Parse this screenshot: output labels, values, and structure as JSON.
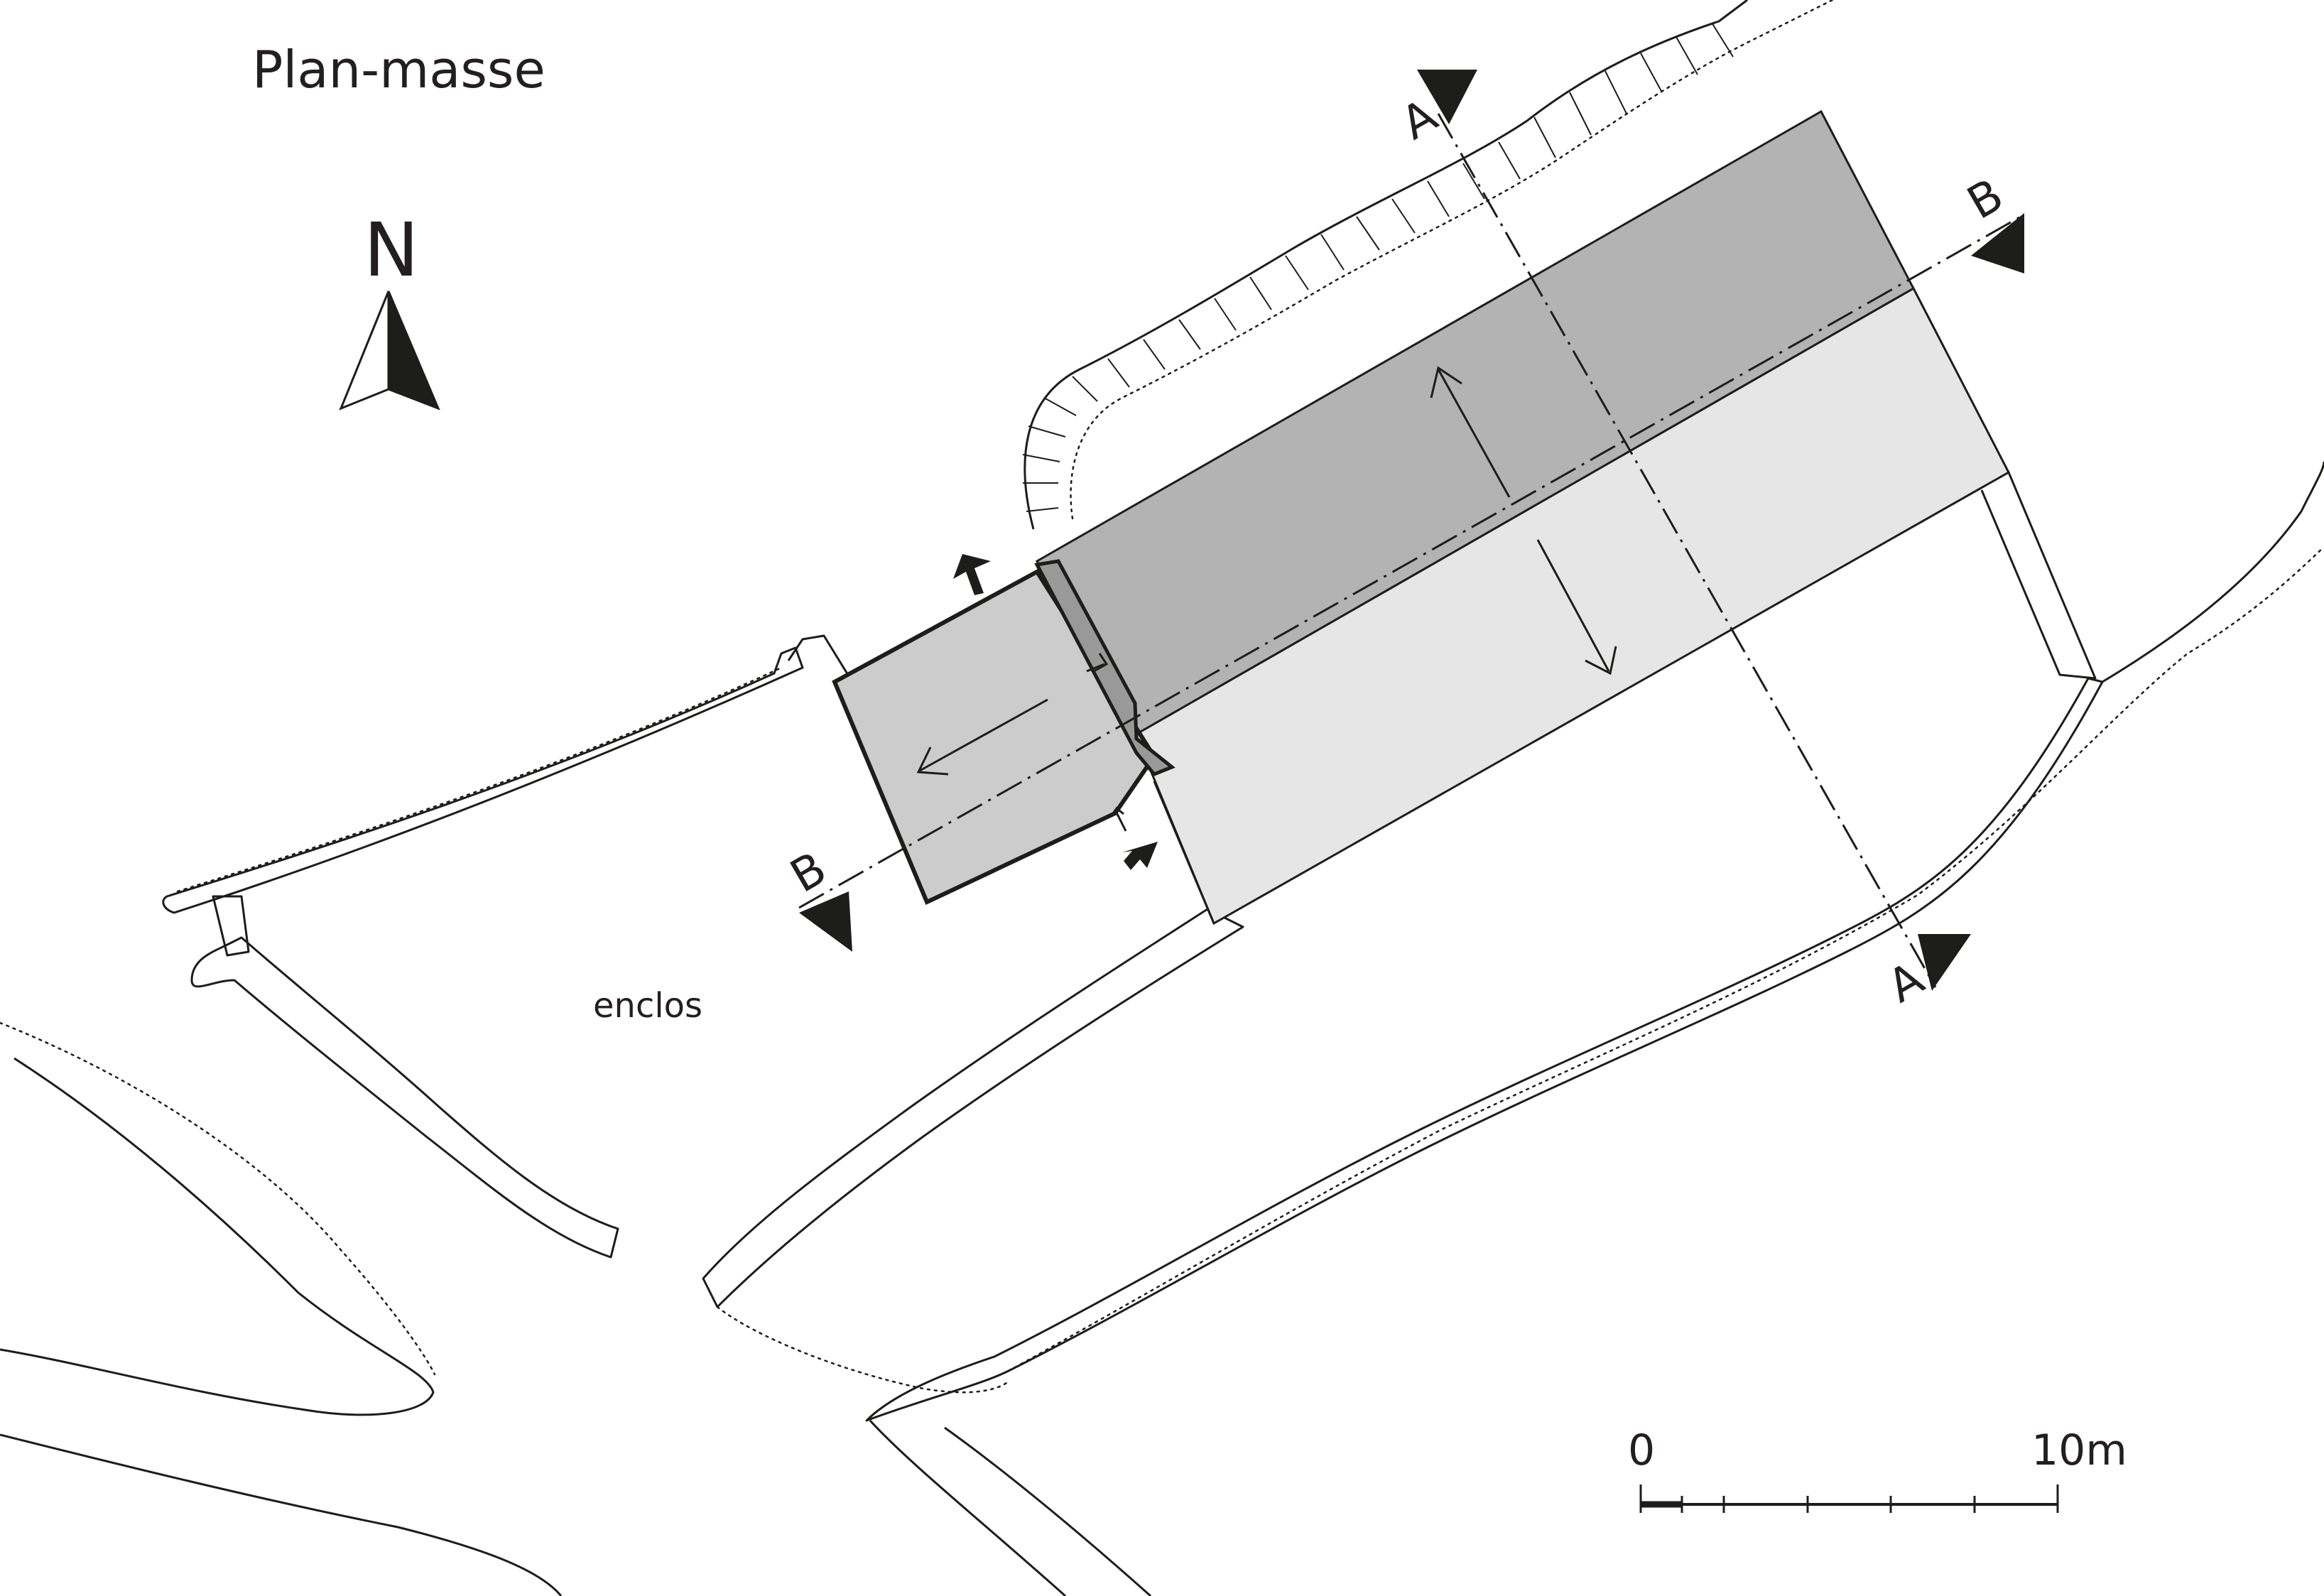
{
  "title": "Plan-masse",
  "north_label": "N",
  "enclosure_label": "enclos",
  "section_a_label": "A",
  "section_b_label": "B",
  "scale": {
    "start_label": "0",
    "end_label": "10m",
    "length_m": 10
  },
  "colors": {
    "roof_dark": "#b3b3b3",
    "roof_light": "#e6e6e6",
    "annex": "#cccccc",
    "ink": "#1d1d1b"
  }
}
